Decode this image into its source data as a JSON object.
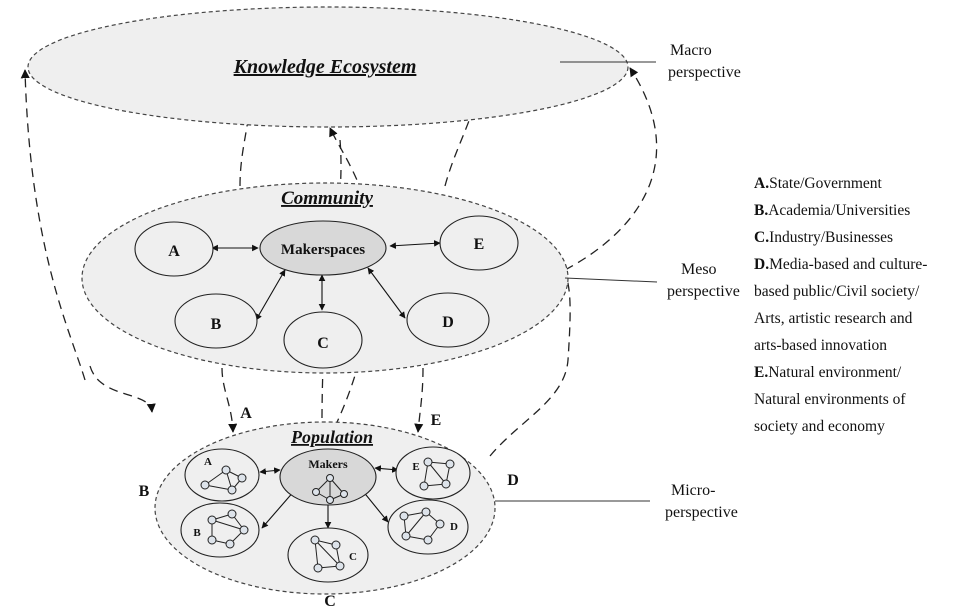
{
  "titles": {
    "ecosystem": "Knowledge Ecosystem",
    "community": "Community",
    "population": "Population"
  },
  "perspectives": {
    "macro": [
      "Macro",
      "perspective"
    ],
    "meso": [
      "Meso",
      "perspective"
    ],
    "micro": [
      "Micro-",
      "perspective"
    ]
  },
  "community_nodes": {
    "hub": "Makerspaces",
    "a": "A",
    "b": "B",
    "c": "C",
    "d": "D",
    "e": "E"
  },
  "population_nodes": {
    "hub": "Makers",
    "a": "A",
    "b": "B",
    "c": "C",
    "d": "D",
    "e": "E"
  },
  "flow_labels": {
    "a": "A",
    "b": "B",
    "c": "C",
    "d": "D",
    "e": "E"
  },
  "legend": [
    {
      "key": "A.",
      "lines": [
        "State/Government"
      ]
    },
    {
      "key": "B.",
      "lines": [
        "Academia/Universities"
      ]
    },
    {
      "key": "C.",
      "lines": [
        "Industry/Businesses"
      ]
    },
    {
      "key": "D.",
      "lines": [
        "Media-based and culture-",
        "based public/Civil society/",
        "Arts, artistic research and",
        "arts-based innovation"
      ]
    },
    {
      "key": "E.",
      "lines": [
        "Natural environment/",
        "Natural environments of",
        "society and economy"
      ]
    }
  ],
  "colors": {
    "ellipse_fill": "#efefef",
    "hub_fill": "#d8d8d8",
    "stroke": "#222222",
    "node_fill": "#dde3ea"
  }
}
